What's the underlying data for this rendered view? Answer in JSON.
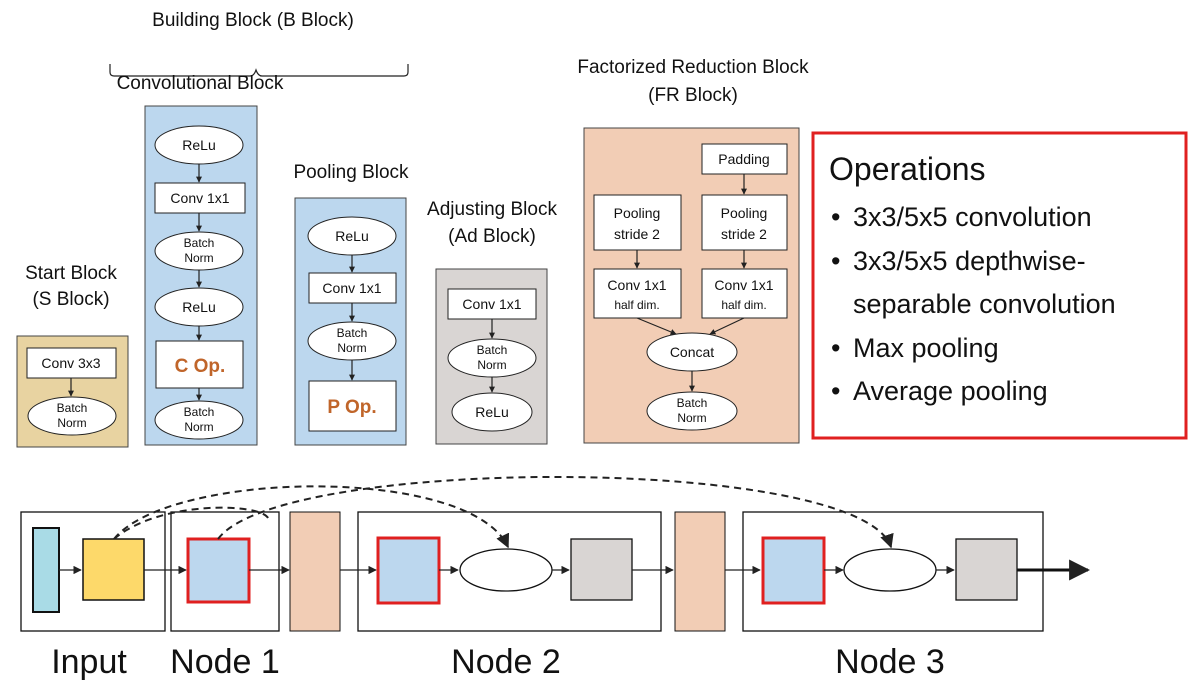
{
  "title": "Building Block (B Block)",
  "blocks": {
    "start": {
      "title_line1": "Start Block",
      "title_line2": "(S Block)",
      "conv": "Conv 3x3",
      "bn_line1": "Batch",
      "bn_line2": "Norm"
    },
    "conv": {
      "title": "Convolutional Block",
      "relu1": "ReLu",
      "conv": "Conv 1x1",
      "bn1_line1": "Batch",
      "bn1_line2": "Norm",
      "relu2": "ReLu",
      "op": "C Op.",
      "bn2_line1": "Batch",
      "bn2_line2": "Norm"
    },
    "pool": {
      "title": "Pooling Block",
      "relu": "ReLu",
      "conv": "Conv 1x1",
      "bn_line1": "Batch",
      "bn_line2": "Norm",
      "op": "P Op."
    },
    "adjust": {
      "title_line1": "Adjusting Block",
      "title_line2": "(Ad Block)",
      "conv": "Conv 1x1",
      "bn_line1": "Batch",
      "bn_line2": "Norm",
      "relu": "ReLu"
    },
    "fr": {
      "title_line1": "Factorized Reduction Block",
      "title_line2": "(FR Block)",
      "padding": "Padding",
      "pool_left_line1": "Pooling",
      "pool_left_line2": "stride 2",
      "pool_right_line1": "Pooling",
      "pool_right_line2": "stride 2",
      "conv_left_line1": "Conv 1x1",
      "conv_left_line2": "half dim.",
      "conv_right_line1": "Conv 1x1",
      "conv_right_line2": "half dim.",
      "concat": "Concat",
      "bn_line1": "Batch",
      "bn_line2": "Norm"
    }
  },
  "operations": {
    "heading": "Operations",
    "items": [
      "3x3/5x5 convolution",
      "3x3/5x5 depthwise-",
      "separable convolution",
      "Max pooling",
      "Average pooling"
    ]
  },
  "pipeline": {
    "labels": [
      "Input",
      "Node 1",
      "Node 2",
      "Node 3"
    ]
  },
  "colors": {
    "start_fill": "#e8d3a1",
    "conv_fill": "#bcd7ee",
    "pool_fill": "#bcd7ee",
    "adjust_fill": "#d9d5d3",
    "fr_fill": "#f2cdb5",
    "input_fill": "#a9dbe6",
    "start_node_fill": "#fdd96a",
    "op_text": "#c0652a",
    "highlight": "#e02020"
  }
}
